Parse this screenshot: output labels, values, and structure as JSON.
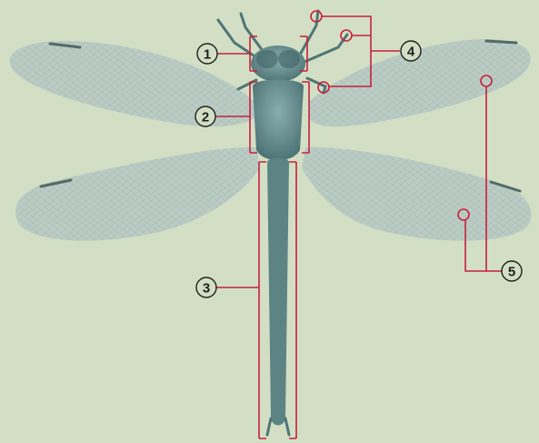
{
  "diagram": {
    "background_color": "#d3dfc5",
    "insect_color": "#6b9193",
    "wing_color": "#b6c9c4",
    "marker_color": "#c8203c",
    "callouts": [
      {
        "number": "1",
        "target": "head"
      },
      {
        "number": "2",
        "target": "thorax"
      },
      {
        "number": "3",
        "target": "abdomen"
      },
      {
        "number": "4",
        "target": "legs"
      },
      {
        "number": "5",
        "target": "wings"
      }
    ]
  }
}
